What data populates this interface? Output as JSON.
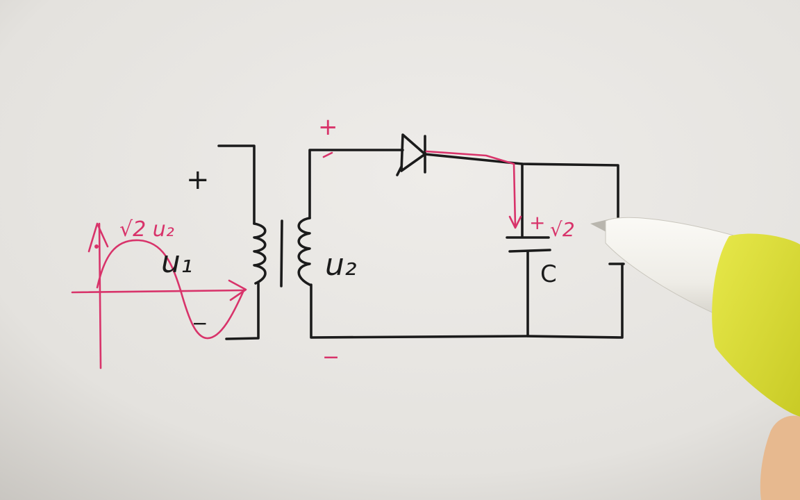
{
  "diagram": {
    "primary_label": "u₁",
    "secondary_label": "u₂",
    "capacitor_label": "C",
    "peak_label": "√2 u₂",
    "cap_voltage_label": "√2",
    "plus": "+",
    "minus": "−"
  },
  "colors": {
    "paper": "#e9e7e3",
    "ink": "#1b1b1b",
    "red_ink": "#d8336a",
    "pen_body": "#f2f0ea",
    "pen_grip": "#d6d832"
  }
}
